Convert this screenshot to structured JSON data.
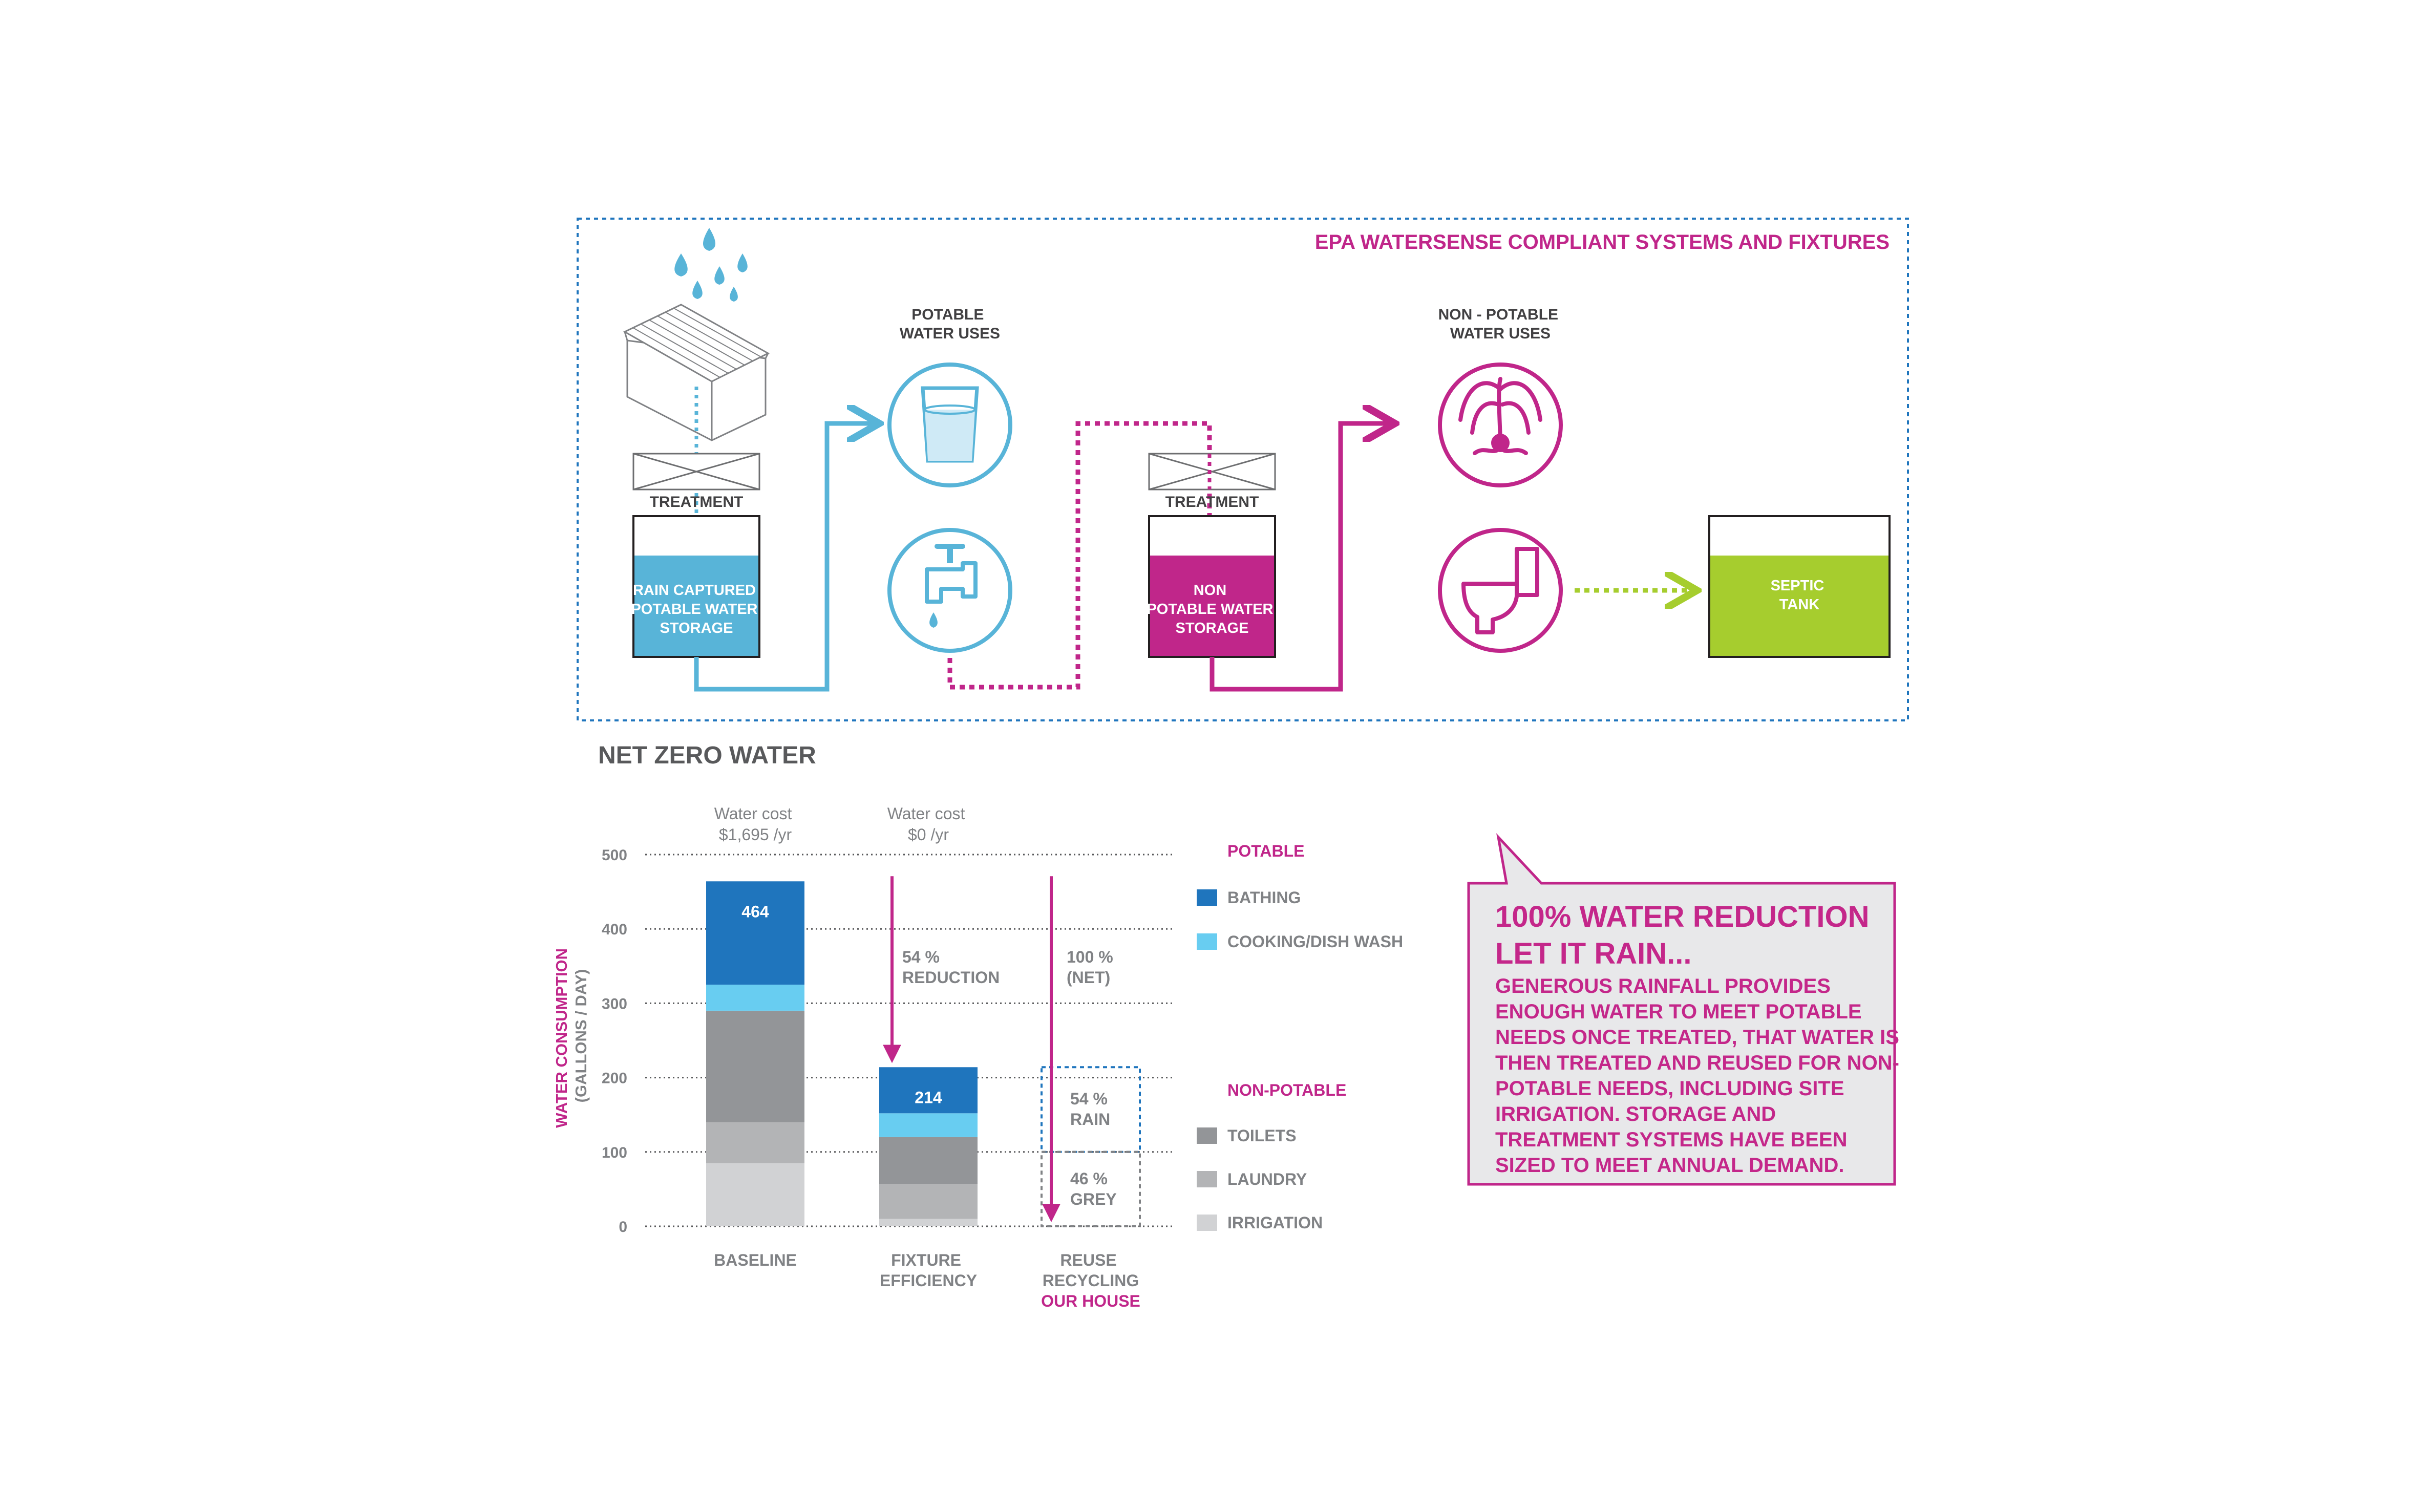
{
  "colors": {
    "blue": "#58b4d8",
    "magenta": "#c0268a",
    "lime": "#a6cd2e",
    "gray_text": "#6d6e70",
    "bathing": "#1f75bd",
    "cooking": "#68cdf1",
    "toilets": "#939598",
    "laundry": "#b3b4b6",
    "irrigation": "#d1d2d4",
    "callout_bg": "#e8e8ea"
  },
  "diagram": {
    "header": "EPA WATERSENSE COMPLIANT SYSTEMS AND FIXTURES",
    "treatment_1": "TREATMENT",
    "treatment_2": "TREATMENT",
    "rain_storage": [
      "RAIN CAPTURED",
      "POTABLE WATER",
      "STORAGE"
    ],
    "nonpotable_storage": [
      "NON",
      "POTABLE WATER",
      "STORAGE"
    ],
    "potable_uses": [
      "POTABLE",
      "WATER USES"
    ],
    "nonpotable_uses": [
      "NON - POTABLE",
      "WATER USES"
    ],
    "septic": [
      "SEPTIC",
      "TANK"
    ],
    "icons": [
      "rain-drops-icon",
      "rooftop-icon",
      "drinking-glass-icon",
      "faucet-icon",
      "fountain-icon",
      "toilet-icon"
    ]
  },
  "section_title": "NET ZERO WATER",
  "chart_data": {
    "type": "bar",
    "stacked": true,
    "ylabel": "WATER CONSUMPTION",
    "ylabel_unit": "(GALLONS / DAY)",
    "ylim": [
      0,
      500
    ],
    "yticks": [
      0,
      100,
      200,
      300,
      400,
      500
    ],
    "grid": true,
    "categories": [
      "BASELINE",
      "FIXTURE EFFICIENCY",
      "REUSE RECYCLING"
    ],
    "category_lines": [
      [
        "BASELINE"
      ],
      [
        "FIXTURE",
        "EFFICIENCY"
      ],
      [
        "REUSE",
        "RECYCLING"
      ]
    ],
    "highlight_label": "OUR HOUSE",
    "series": [
      {
        "name": "IRRIGATION",
        "values": [
          85,
          10,
          0
        ]
      },
      {
        "name": "LAUNDRY",
        "values": [
          55,
          47,
          0
        ]
      },
      {
        "name": "TOILETS",
        "values": [
          150,
          63,
          0
        ]
      },
      {
        "name": "COOKING/DISH WASH",
        "values": [
          35,
          32,
          0
        ]
      },
      {
        "name": "BATHING",
        "values": [
          139,
          62,
          0
        ]
      }
    ],
    "total_labels": [
      "464",
      "214",
      ""
    ],
    "water_cost": [
      [
        "Water cost",
        "$1,695 /yr"
      ],
      [
        "Water cost",
        "$0 /yr"
      ]
    ],
    "annotations": [
      [
        "54 %",
        "REDUCTION"
      ],
      [
        "100 %",
        "(NET)"
      ],
      [
        "54 %",
        "RAIN"
      ],
      [
        "46 %",
        "GREY"
      ]
    ],
    "reuse_split": {
      "rain_range": [
        100,
        214
      ],
      "grey_range": [
        0,
        100
      ]
    },
    "legend": {
      "position": "right",
      "groups": [
        {
          "title": "POTABLE",
          "items": [
            "BATHING",
            "COOKING/DISH WASH"
          ]
        },
        {
          "title": "NON-POTABLE",
          "items": [
            "TOILETS",
            "LAUNDRY",
            "IRRIGATION"
          ]
        }
      ]
    }
  },
  "callout": {
    "title_lines": [
      "100% WATER REDUCTION",
      "LET IT RAIN..."
    ],
    "body": "GENEROUS RAINFALL PROVIDES ENOUGH WATER TO MEET POTABLE NEEDS ONCE TREATED, THAT WATER IS THEN TREATED AND REUSED FOR NON-POTABLE NEEDS, INCLUDING SITE IRRIGATION. STORAGE AND TREATMENT SYSTEMS HAVE BEEN SIZED TO MEET ANNUAL DEMAND."
  }
}
